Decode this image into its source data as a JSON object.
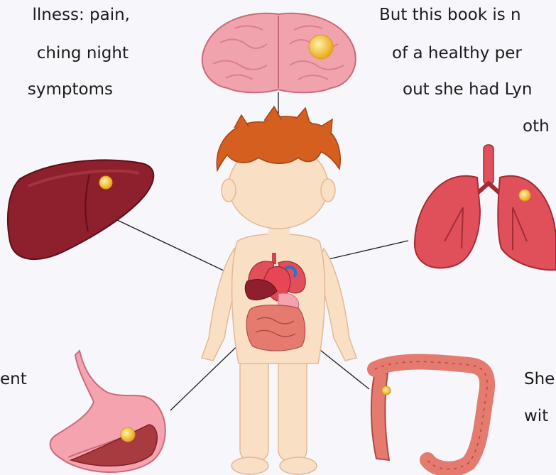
{
  "text_left": {
    "line1": "llness: pain,",
    "line2": "ching night",
    "line3": "symptoms",
    "line4": "ent"
  },
  "text_right": {
    "line1": "But this book is n",
    "line2": "of a healthy per",
    "line3": "out she had Lyn",
    "line4": "oth",
    "line5": "She",
    "line6": "wit"
  },
  "colors": {
    "background": "#f7f7fb",
    "brain": "#f1a3ad",
    "liver": "#8e1f2c",
    "lungs": "#e0505a",
    "stomach": "#f6a3b0",
    "intestine": "#e57a6f",
    "tumor": "#f3c33e",
    "skin": "#f9dfc4",
    "hair": "#d45f1f"
  },
  "icons": [
    "brain-icon",
    "liver-icon",
    "lungs-icon",
    "stomach-icon",
    "intestine-icon",
    "child-figure-icon"
  ]
}
